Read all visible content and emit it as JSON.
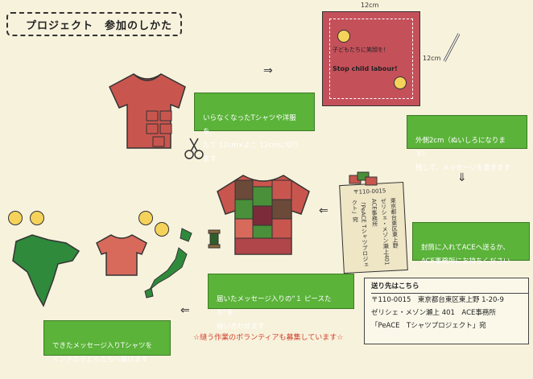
{
  "title": "プロジェクト　参加のしかた",
  "steps": {
    "cut": "いらなくなったTシャツや洋服を、\nたて 12cm×よこ 12cmに切ります",
    "message": "外側2cm（ぬいしろになります）\n残して、メッセージを書きます",
    "send": "封筒に入れてACEへ送るか、\nACE事務所にお持ちください",
    "sew": "届いたメッセージ入りの“１ ピースたち”を\n縫い合わせます",
    "deliver": "できたメッセージ入りTシャツを\nインドの子どもたちへ届けます"
  },
  "patch": {
    "width_label": "12cm",
    "height_label": "12cm",
    "line1": "子どもたちに笑顔を！",
    "line2": "Stop child labour!"
  },
  "envelope": {
    "postal": "〒110-0015",
    "col1": "東京都台東区東上野",
    "col2": "ゼリシェ・メゾン瀬上401",
    "col3": "ACE事務所",
    "col4": "「PeACE Tシャツプロジェクト」宛"
  },
  "address": {
    "heading": "送り先はこちら",
    "line1": "〒110-0015　東京都台東区東上野 1-20-9",
    "line2": "ゼリシェ・メゾン瀬上 401　ACE事務所",
    "line3": "「PeACE　Tシャツプロジェクト」宛"
  },
  "volunteer": "☆縫う作業のボランティアも募集しています☆",
  "colors": {
    "background": "#f7f2dc",
    "green": "#5bb33a",
    "red_shirt": "#c9564e",
    "patch": "#c4505a"
  }
}
